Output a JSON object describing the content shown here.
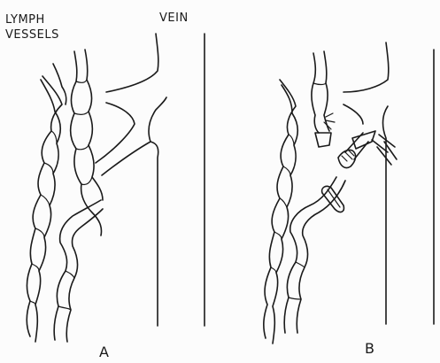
{
  "labels": {
    "lymph_line1": "LYMPH",
    "lymph_line2": "VESSELS",
    "vein": "VEIN",
    "panel_a": "A",
    "panel_b": "B"
  },
  "colors": {
    "ink": "#1a1a1a",
    "background": "#fcfcfc"
  }
}
